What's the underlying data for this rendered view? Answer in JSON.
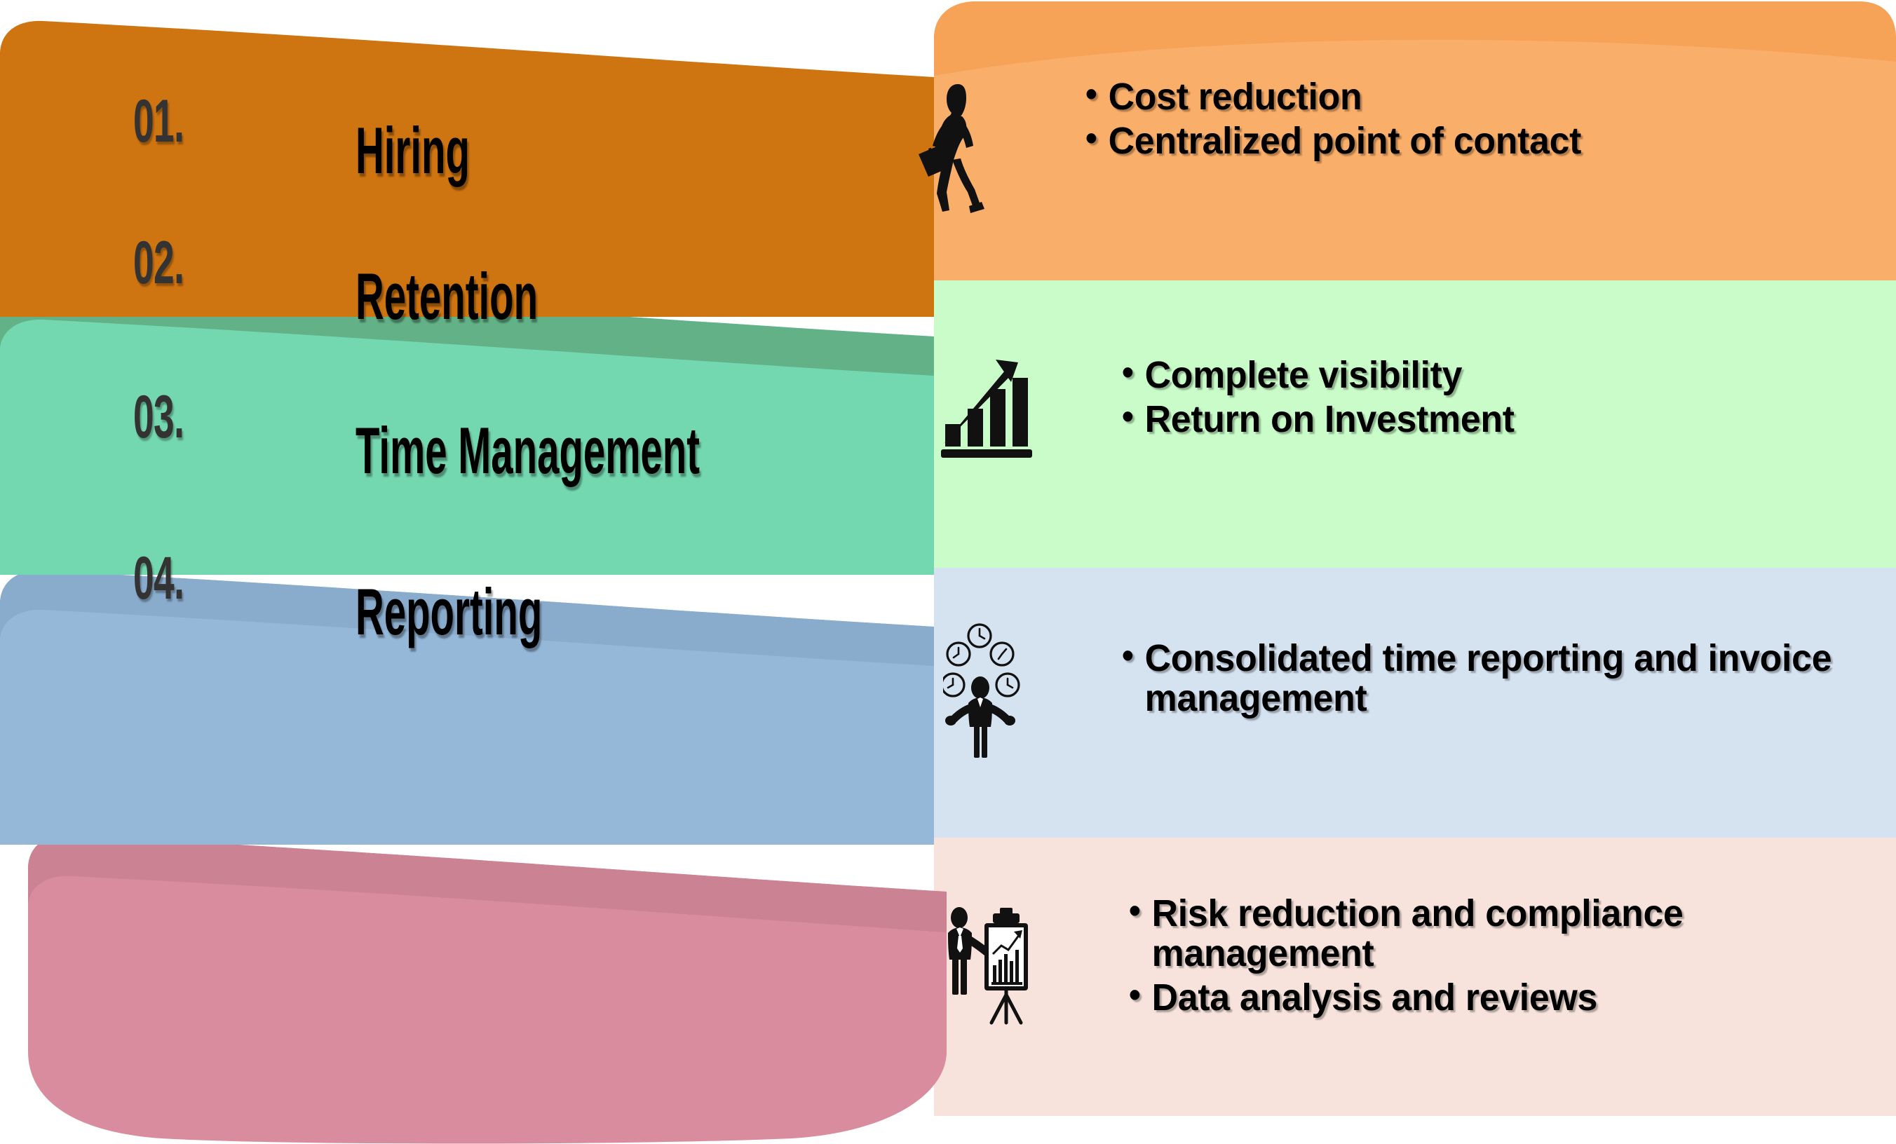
{
  "diagram": {
    "type": "layered-banner-infographic",
    "orientation": "vertical-stack",
    "row_count": 4,
    "background_color": "#ffffff"
  },
  "rows": [
    {
      "number": "01.",
      "title": "Hiring",
      "band_color": "#CE7411",
      "band_shade_color": "#B8680F",
      "card_color": "#F9AE69",
      "card_shade_color": "#F6A257",
      "icon_name": "businesswoman-walking-with-briefcase-icon",
      "bullets": [
        "Cost reduction",
        "Centralized point of contact"
      ]
    },
    {
      "number": "02.",
      "title": "Retention",
      "band_color": "#73D7AF",
      "band_shade_color": "#63B287",
      "card_color": "#C9FCC8",
      "card_shade_color": "#BCF3BA",
      "icon_name": "growth-bar-chart-arrow-icon",
      "bullets": [
        "Complete visibility",
        "Return on Investment"
      ]
    },
    {
      "number": "03.",
      "title": "Time Management",
      "band_color": "#95B7D8",
      "band_shade_color": "#89ABCC",
      "card_color": "#D5E2F0",
      "card_shade_color": "#C9D8E9",
      "icon_name": "person-juggling-clocks-icon",
      "bullets": [
        "Consolidated time reporting and invoice management"
      ]
    },
    {
      "number": "04.",
      "title": "Reporting",
      "band_color": "#D98C9D",
      "band_shade_color": "#CB8292",
      "card_color": "#F7E3DB",
      "card_shade_color": "#EFD8CF",
      "icon_name": "presenter-with-chart-easel-icon",
      "bullets": [
        "Risk reduction and compliance management",
        "Data analysis and reviews"
      ]
    }
  ],
  "colors": {
    "number_text": "#333333",
    "title_text": "#000000",
    "bullet_text": "#000000",
    "page_background": "#ffffff"
  }
}
